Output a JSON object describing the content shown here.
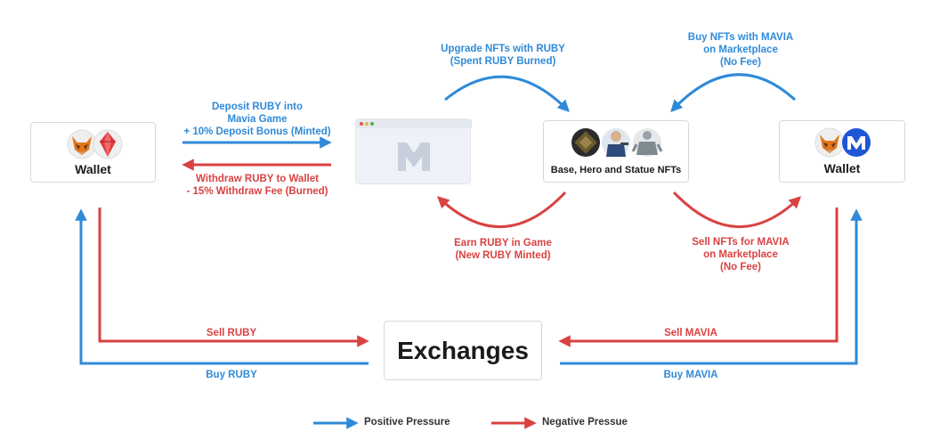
{
  "colors": {
    "positive": "#2f8ad8",
    "negative": "#d94242",
    "metamask": "#e2761b",
    "ruby": "#e03c3c",
    "mavia": "#1f56d6"
  },
  "left_wallet": {
    "title": "Wallet",
    "icons": [
      "metamask-fox-icon",
      "ruby-gem-icon"
    ]
  },
  "right_wallet": {
    "title": "Wallet",
    "icons": [
      "metamask-fox-icon",
      "mavia-logo-icon"
    ]
  },
  "game_window": {
    "icon": "mavia-logo-icon"
  },
  "nft_box": {
    "title": "Base, Hero and Statue NFTs",
    "icons": [
      "base-nft-icon",
      "hero-nft-icon",
      "statue-nft-icon"
    ]
  },
  "exchanges": {
    "title": "Exchanges"
  },
  "labels": {
    "deposit": [
      "Deposit RUBY into",
      "Mavia Game",
      "+ 10% Deposit Bonus (Minted)"
    ],
    "withdraw": [
      "Withdraw RUBY to Wallet",
      "- 15% Withdraw Fee (Burned)"
    ],
    "upgrade": [
      "Upgrade NFTs with RUBY",
      "(Spent RUBY Burned)"
    ],
    "earn": [
      "Earn RUBY in Game",
      "(New RUBY Minted)"
    ],
    "buy_nfts": [
      "Buy NFTs with MAVIA",
      "on Marketplace",
      "(No Fee)"
    ],
    "sell_nfts": [
      "Sell NFTs for MAVIA",
      "on Marketplace",
      "(No Fee)"
    ],
    "sell_ruby": "Sell RUBY",
    "buy_ruby": "Buy RUBY",
    "sell_mavia": "Sell MAVIA",
    "buy_mavia": "Buy MAVIA"
  },
  "legend": {
    "positive": "Positive Pressure",
    "negative": "Negative Pressue"
  }
}
